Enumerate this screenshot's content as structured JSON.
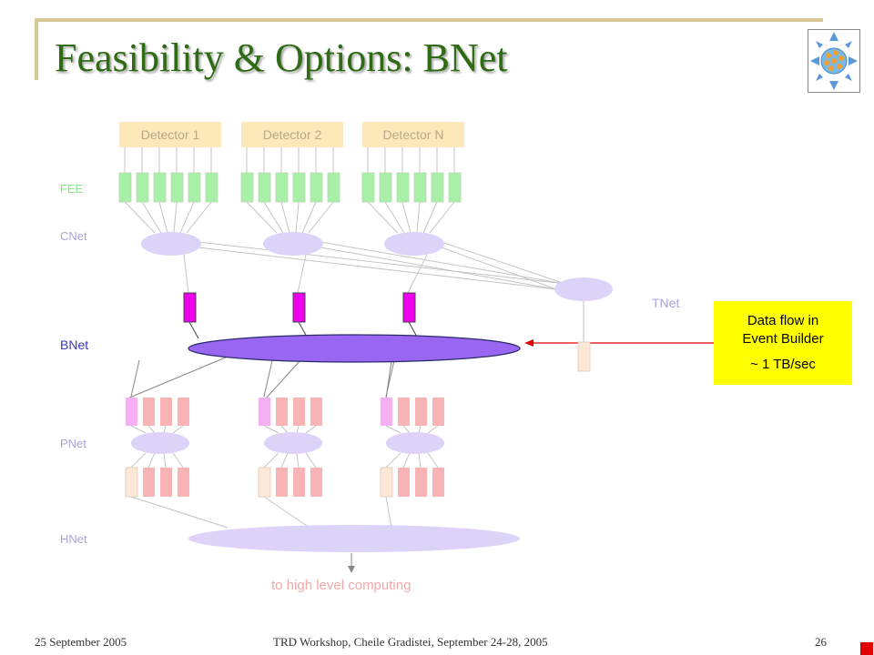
{
  "slide": {
    "title": "Feasibility & Options: BNet",
    "footer_date": "25 September 2005",
    "footer_center": "TRD Workshop, Cheile Gradistei, September 24-28, 2005",
    "page_number": "26"
  },
  "diagram": {
    "detectors": [
      "Detector 1",
      "Detector 2",
      "Detector N"
    ],
    "layers": {
      "fee": "FEE",
      "cnet": "CNet",
      "tnet": "TNet",
      "bnet": "BNet",
      "pnet": "PNet",
      "hnet": "HNet"
    },
    "output_label": "to high level computing",
    "colors": {
      "detector_box": "#fce8b8",
      "fee_box": "#a8f0a8",
      "node_ellipse": "#ddd2f8",
      "bnet_ellipse": "#9866f0",
      "bnet_buffer": "#ee00ee",
      "pnet_buffer": "#f8b4b4",
      "pnet_input": "#f4b0f0",
      "hnet_input": "#fde8d8",
      "layer_label": "#a8a4d8",
      "fee_label": "#88e888",
      "output_label": "#f0a8a8"
    }
  },
  "callout": {
    "line1": "Data flow in",
    "line2": "Event Builder",
    "line3": "~ 1 TB/sec",
    "background": "#ffff00",
    "arrow_color": "#e00000"
  }
}
